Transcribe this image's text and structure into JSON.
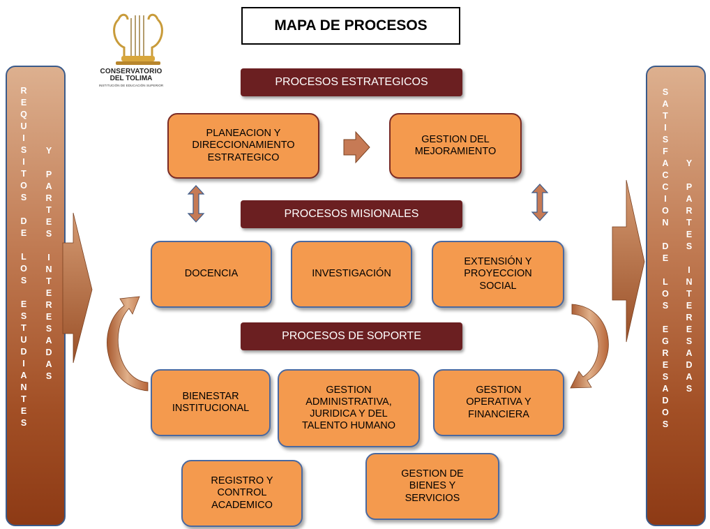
{
  "title": "MAPA DE PROCESOS",
  "logo": {
    "line1": "CONSERVATORIO",
    "line2": "DEL TOLIMA",
    "line3": "INSTITUCIÓN DE EDUCACIÓN SUPERIOR"
  },
  "sections": {
    "strategic": "PROCESOS ESTRATEGICOS",
    "missional": "PROCESOS MISIONALES",
    "support": "PROCESOS DE SOPORTE"
  },
  "strategic": {
    "planning": "PLANEACION Y\nDIRECCIONAMIENTO\nESTRATEGICO",
    "improvement": "GESTION DEL\nMEJORAMIENTO"
  },
  "missional": {
    "teaching": "DOCENCIA",
    "research": "INVESTIGACIÓN",
    "extension": "EXTENSIÓN Y\nPROYECCION\nSOCIAL"
  },
  "support": {
    "welfare": "BIENESTAR\nINSTITUCIONAL",
    "administrative": "GESTION\nADMINISTRATIVA,\nJURIDICA Y DEL\nTALENTO HUMANO",
    "operational": "GESTION\nOPERATIVA Y\nFINANCIERA",
    "registry": "REGISTRO Y\nCONTROL\nACADEMICO",
    "assets": "GESTION DE\nBIENES Y\nSERVICIOS"
  },
  "left_panel": {
    "col1": "R\nE\nQ\nU\nI\nS\nI\nT\nO\nS\n\nD\nE\n\nL\nO\nS\n\nE\nS\nT\nU\nD\nI\nA\nN\nT\nE\nS",
    "col2": "Y\n\nP\nA\nR\nT\nE\nS\n\nI\nN\nT\nE\nR\nE\nS\nA\nD\nA\nS"
  },
  "right_panel": {
    "col1": "S\nA\nT\nI\nS\nF\nA\nC\nC\nI\nO\nN\n\nD\nE\n\nL\nO\nS\n\nE\nG\nR\nE\nS\nA\nD\nO\nS",
    "col2": "Y\n\nP\nA\nR\nT\nE\nS\n\nI\nN\nT\nE\nR\nE\nS\nA\nD\nA\nS"
  },
  "colors": {
    "box_fill": "#f49a4e",
    "box_border": "#4a69a0",
    "section_fill": "#6b1f21",
    "arrow_fill": "#c67a55"
  }
}
